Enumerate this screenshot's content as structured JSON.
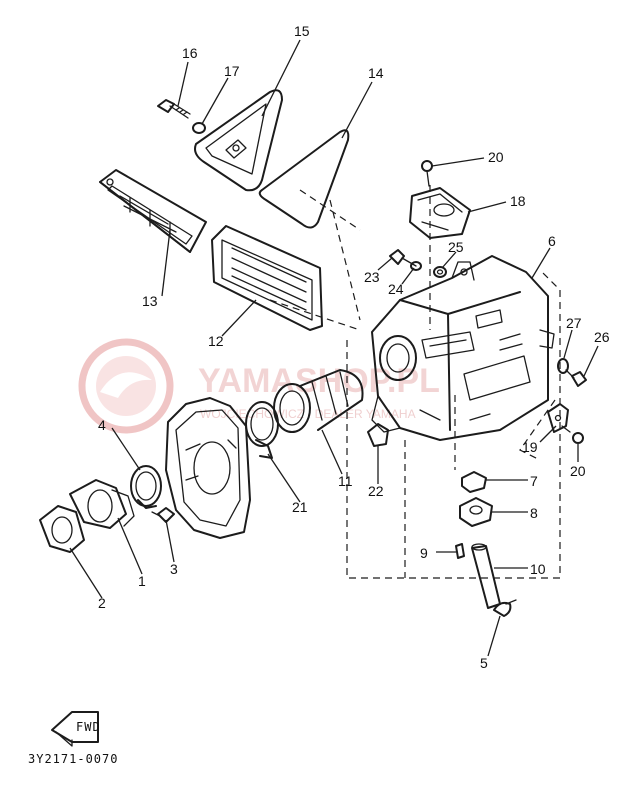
{
  "diagram": {
    "drawing_code": "3Y2171-0070",
    "fwd_label": "FWD",
    "watermark": {
      "brand": "YAMASHOP.PL",
      "tagline": "WOJCIECHOWICZ - DEALER YAMAHA"
    },
    "callouts": [
      {
        "id": "c1",
        "label": "1"
      },
      {
        "id": "c2",
        "label": "2"
      },
      {
        "id": "c3",
        "label": "3"
      },
      {
        "id": "c4",
        "label": "4"
      },
      {
        "id": "c5",
        "label": "5"
      },
      {
        "id": "c6",
        "label": "6"
      },
      {
        "id": "c7",
        "label": "7"
      },
      {
        "id": "c8",
        "label": "8"
      },
      {
        "id": "c9",
        "label": "9"
      },
      {
        "id": "c10",
        "label": "10"
      },
      {
        "id": "c11",
        "label": "11"
      },
      {
        "id": "c12",
        "label": "12"
      },
      {
        "id": "c13",
        "label": "13"
      },
      {
        "id": "c14",
        "label": "14"
      },
      {
        "id": "c15",
        "label": "15"
      },
      {
        "id": "c16",
        "label": "16"
      },
      {
        "id": "c17",
        "label": "17"
      },
      {
        "id": "c18",
        "label": "18"
      },
      {
        "id": "c19",
        "label": "19"
      },
      {
        "id": "c20a",
        "label": "20"
      },
      {
        "id": "c20b",
        "label": "20"
      },
      {
        "id": "c21",
        "label": "21"
      },
      {
        "id": "c22",
        "label": "22"
      },
      {
        "id": "c23",
        "label": "23"
      },
      {
        "id": "c24",
        "label": "24"
      },
      {
        "id": "c25",
        "label": "25"
      },
      {
        "id": "c26",
        "label": "26"
      },
      {
        "id": "c27",
        "label": "27"
      }
    ]
  }
}
